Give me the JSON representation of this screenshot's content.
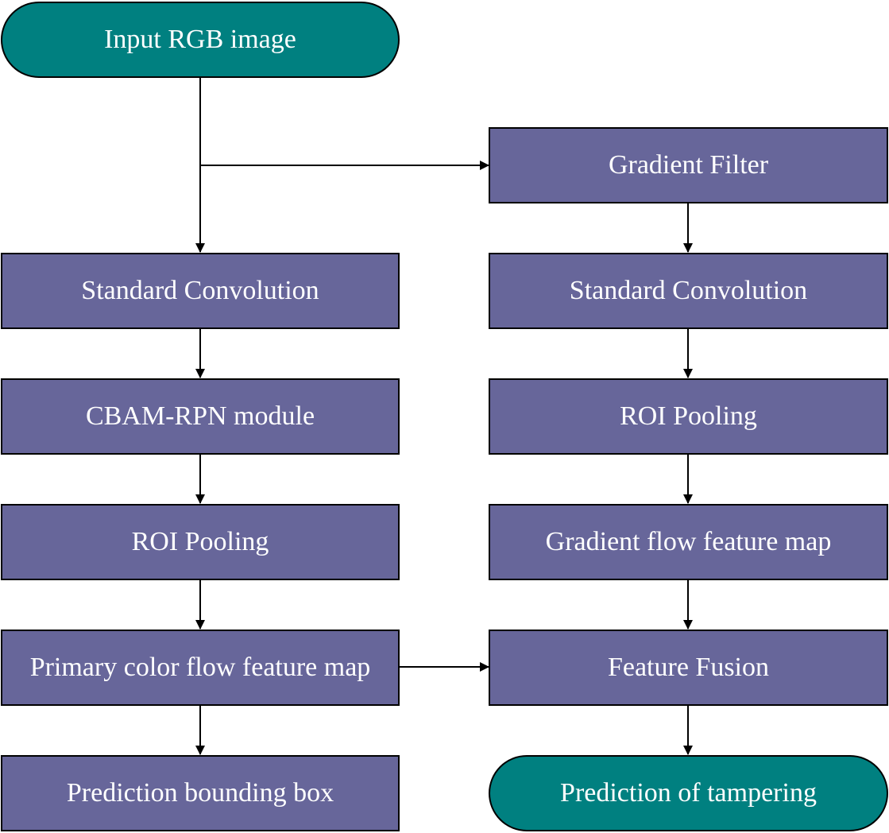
{
  "nodes": {
    "input": "Input RGB image",
    "left_conv": "Standard Convolution",
    "cbam_rpn": "CBAM-RPN module",
    "left_roi": "ROI Pooling",
    "primary_map": "Primary color flow feature map",
    "bbox": "Prediction bounding box",
    "gradient_filter": "Gradient Filter",
    "right_conv": "Standard Convolution",
    "right_roi": "ROI Pooling",
    "gradient_map": "Gradient flow feature map",
    "fusion": "Feature Fusion",
    "tampering": "Prediction of tampering"
  },
  "colors": {
    "process_fill": "#67669a",
    "terminal_fill": "#008080",
    "stroke": "#000000",
    "text": "#ffffff"
  }
}
